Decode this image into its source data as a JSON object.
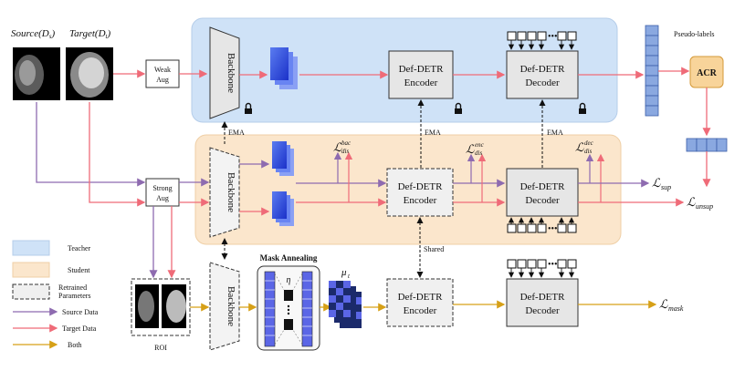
{
  "labels": {
    "source": "Source(D",
    "source_sub": "s",
    "target": "Target(D",
    "target_sub": "t",
    "weak_aug_1": "Weak",
    "weak_aug_2": "Aug",
    "strong_aug_1": "Strong",
    "strong_aug_2": "Aug",
    "backbone": "Backbone",
    "encoder_1": "Def-DETR",
    "encoder_2": "Encoder",
    "decoder_1": "Def-DETR",
    "decoder_2": "Decoder",
    "pseudo_labels": "Pseudo-labels",
    "acr": "ACR",
    "ema": "EMA",
    "shared": "Shared",
    "mask_annealing": "Mask Annealing",
    "eta": "η",
    "mu": "μ",
    "mu_sub": "t",
    "roi": "ROI",
    "l_sup": "sup",
    "l_unsup": "unsup",
    "l_mask": "mask",
    "l_dis": "dis",
    "l_bac": "bac",
    "l_enc": "enc",
    "l_dec": "dec",
    "L": "ℒ"
  },
  "legend": {
    "teacher": "Teacher",
    "student": "Student",
    "retrained_1": "Retrained",
    "retrained_2": "Parameters",
    "source_data": "Source Data",
    "target_data": "Target Data",
    "both": "Both"
  },
  "colors": {
    "teacher_bg": "#cfe2f7",
    "student_bg": "#fbe6cc",
    "source_arrow": "#8e6bb0",
    "target_arrow": "#ef6b78",
    "both_arrow": "#d6a017",
    "block_fill": "#e6e6e6",
    "acr_fill": "#f8d49a",
    "pseudo_fill": "#8aa8e0"
  }
}
